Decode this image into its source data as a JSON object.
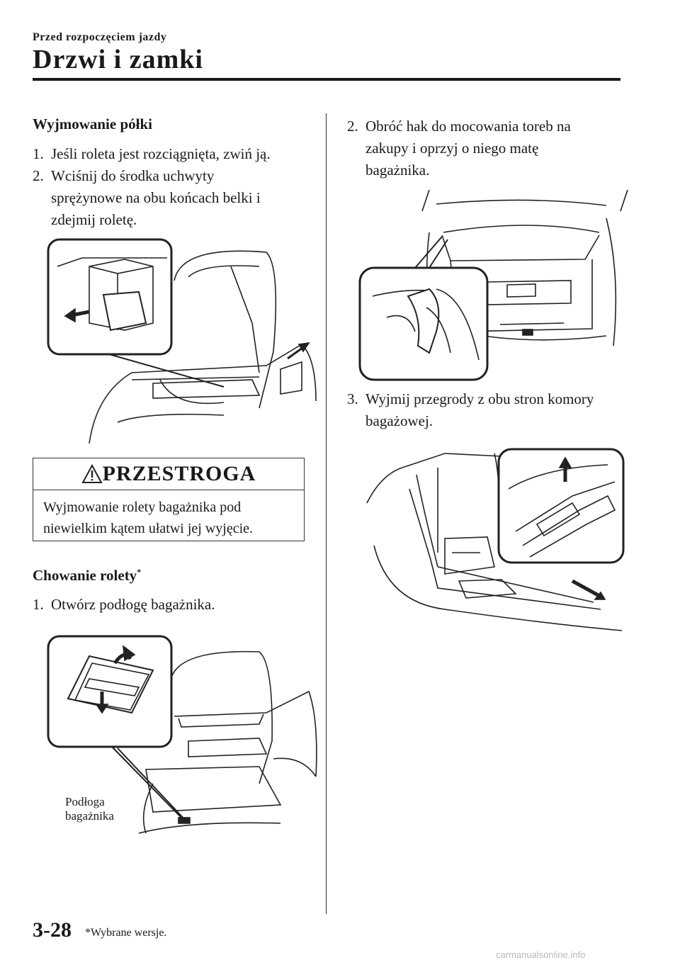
{
  "header": {
    "section": "Przed rozpoczęciem jazdy",
    "title": "Drzwi i zamki"
  },
  "left": {
    "heading1": "Wyjmowanie półki",
    "steps1": [
      {
        "num": "1.",
        "text": "Jeśli roleta jest rozciągnięta, zwiń ją."
      },
      {
        "num": "2.",
        "text": "Wciśnij do środka uchwyty",
        "cont": [
          "sprężynowe na obu końcach belki i",
          "zdejmij roletę."
        ]
      }
    ],
    "caution": {
      "title": "PRZESTROGA",
      "lines": [
        "Wyjmowanie rolety bagażnika pod",
        "niewielkim kątem ułatwi jej wyjęcie."
      ]
    },
    "heading2": "Chowanie rolety",
    "heading2_mark": "*",
    "steps2": [
      {
        "num": "1.",
        "text": "Otwórz podłogę bagażnika."
      }
    ],
    "figure_label": [
      "Podłoga",
      "bagażnika"
    ]
  },
  "right": {
    "steps1": [
      {
        "num": "2.",
        "text": "Obróć hak do mocowania toreb na",
        "cont": [
          "zakupy i oprzyj o niego matę",
          "bagażnika."
        ]
      }
    ],
    "steps2": [
      {
        "num": "3.",
        "text": "Wyjmij przegrody z obu stron komory",
        "cont": [
          "bagażowej."
        ]
      }
    ]
  },
  "footer": {
    "page": "3-28",
    "note_mark": "*",
    "note": "Wybrane wersje."
  },
  "watermark": "carmanualsonline.info"
}
